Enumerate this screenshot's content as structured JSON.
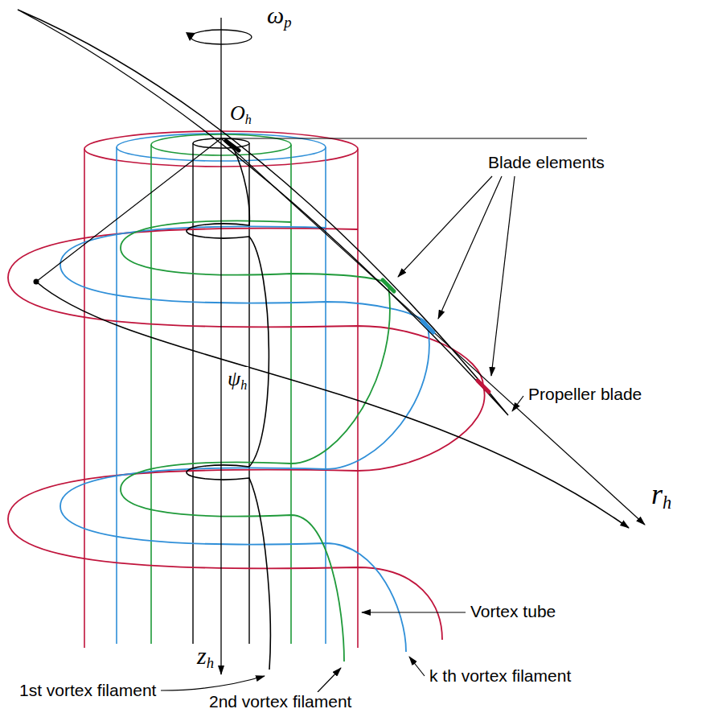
{
  "diagram": {
    "labels": [
      "ωp",
      "Oh",
      "Blade elements",
      "Propeller blade",
      "rh",
      "ψh",
      "zh",
      "Vortex tube",
      "k th vortex filament",
      "1st vortex filament",
      "2nd vortex filament"
    ]
  }
}
